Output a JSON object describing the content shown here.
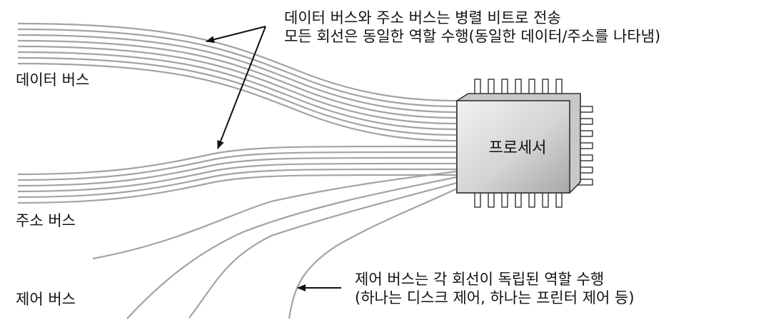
{
  "annotations": {
    "parallel_note": {
      "line1": "데이터 버스와 주소 버스는 병렬 비트로 전송",
      "line2": "모든 회선은 동일한 역할 수행(동일한 데이터/주소를 나타냄)"
    },
    "control_note": {
      "line1": "제어 버스는 각 회선이 독립된 역할 수행",
      "line2": "(하나는 디스크 제어, 하나는 프린터 제어 등)"
    }
  },
  "bus_labels": {
    "data_bus": "데이터 버스",
    "address_bus": "주소 버스",
    "control_bus": "제어 버스"
  },
  "processor": {
    "label": "프로세서"
  },
  "colors": {
    "wire": "#a3a3a3",
    "chip_border": "#333333",
    "text": "#111111"
  }
}
